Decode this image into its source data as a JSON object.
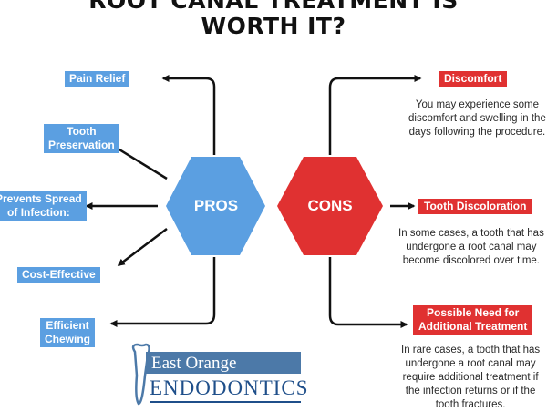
{
  "title": {
    "line1": "ROOT CANAL TREATMENT IS",
    "line2": "WORTH IT?"
  },
  "hexagons": {
    "pros": "PROS",
    "cons": "CONS"
  },
  "pros": [
    {
      "lines": [
        "Pain Relief"
      ]
    },
    {
      "lines": [
        "Tooth",
        "Preservation"
      ]
    },
    {
      "lines": [
        "Prevents Spread",
        "of Infection:"
      ]
    },
    {
      "lines": [
        "Cost-Effective"
      ]
    },
    {
      "lines": [
        "Efficient",
        "Chewing"
      ]
    }
  ],
  "cons": [
    {
      "lines": [
        "Discomfort"
      ],
      "desc": [
        "You may experience some",
        "discomfort and swelling in the",
        "days following the procedure."
      ]
    },
    {
      "lines": [
        "Tooth Discoloration"
      ],
      "desc": [
        "In some cases, a tooth that has",
        "undergone a root canal may",
        "become discolored over time."
      ]
    },
    {
      "lines": [
        "Possible Need for",
        "Additional Treatment"
      ],
      "desc": [
        "In rare cases, a tooth that has",
        "undergone a root canal may",
        "require additional treatment if",
        "the infection returns or if the",
        "tooth fractures."
      ]
    }
  ],
  "logo": {
    "top": "East Orange",
    "bottom": "ENDODONTICS"
  },
  "colors": {
    "pros": "#5b9fe1",
    "cons": "#e03131",
    "arrow": "#111111",
    "logo": "#1f4f8a"
  }
}
